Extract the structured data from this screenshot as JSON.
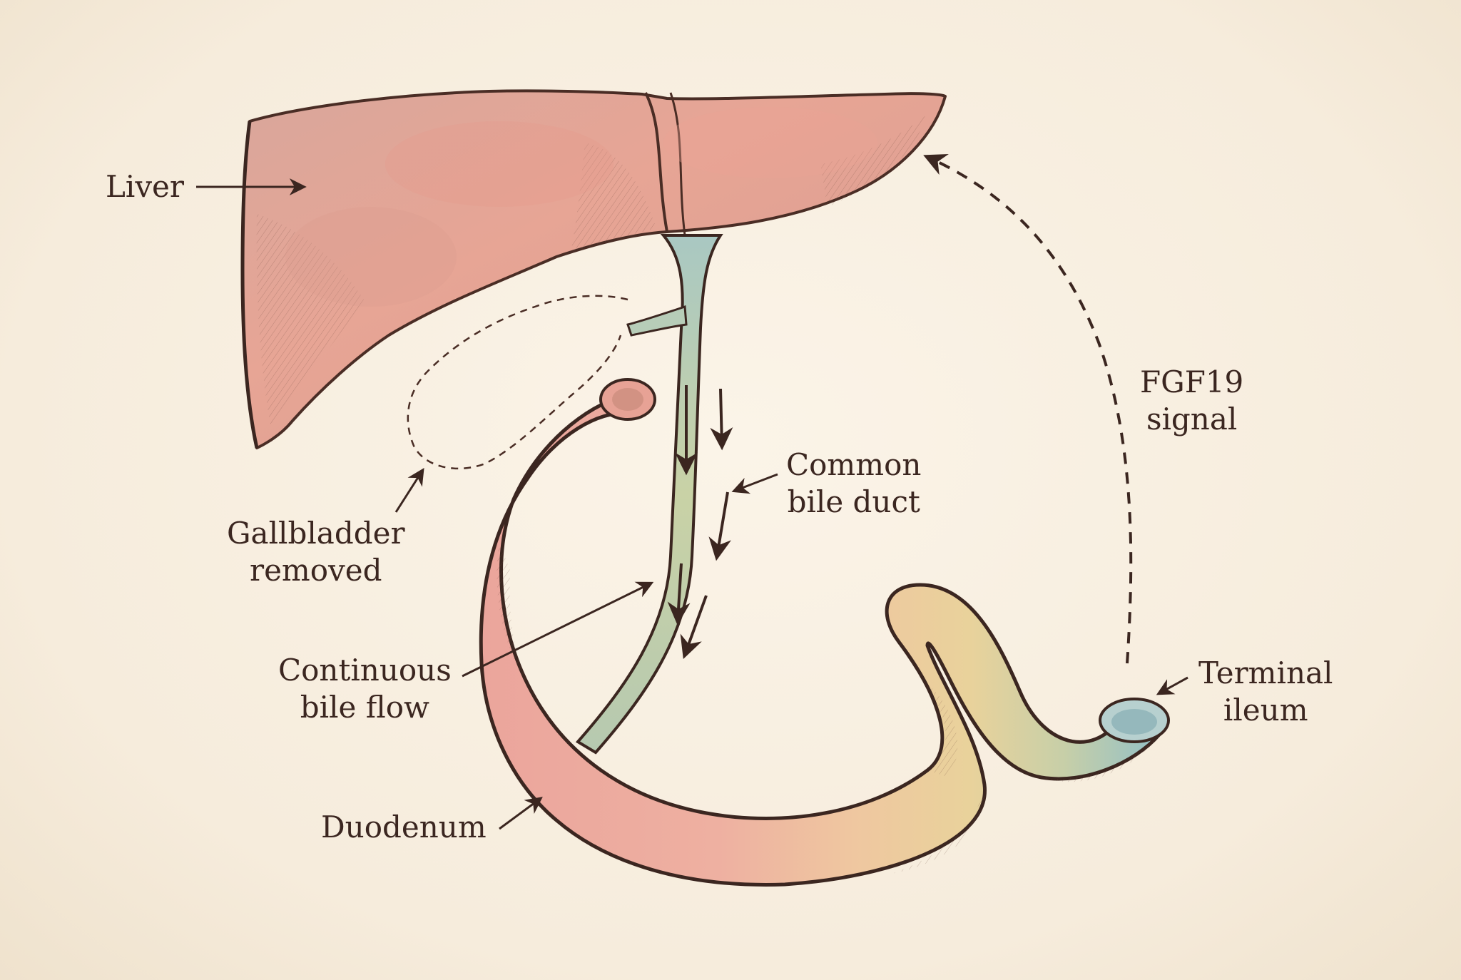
{
  "labels": {
    "liver": "Liver",
    "gallbladder_line1": "Gallbladder",
    "gallbladder_line2": "removed",
    "bile_flow_line1": "Continuous",
    "bile_flow_line2": "bile flow",
    "common_bile_duct_line1": "Common",
    "common_bile_duct_line2": "bile duct",
    "duodenum": "Duodenum",
    "fgf19_line1": "FGF19",
    "fgf19_line2": "signal",
    "terminal_ileum_line1": "Terminal",
    "terminal_ileum_line2": "ileum"
  },
  "colors": {
    "background": "#f7eedf",
    "ink": "#3b2620",
    "liver": "#e3a193",
    "intestine_pink": "#eaa69b",
    "intestine_yellow": "#e9cf96",
    "intestine_blue": "#9cc3c4",
    "duct": "#b9cdb3"
  }
}
